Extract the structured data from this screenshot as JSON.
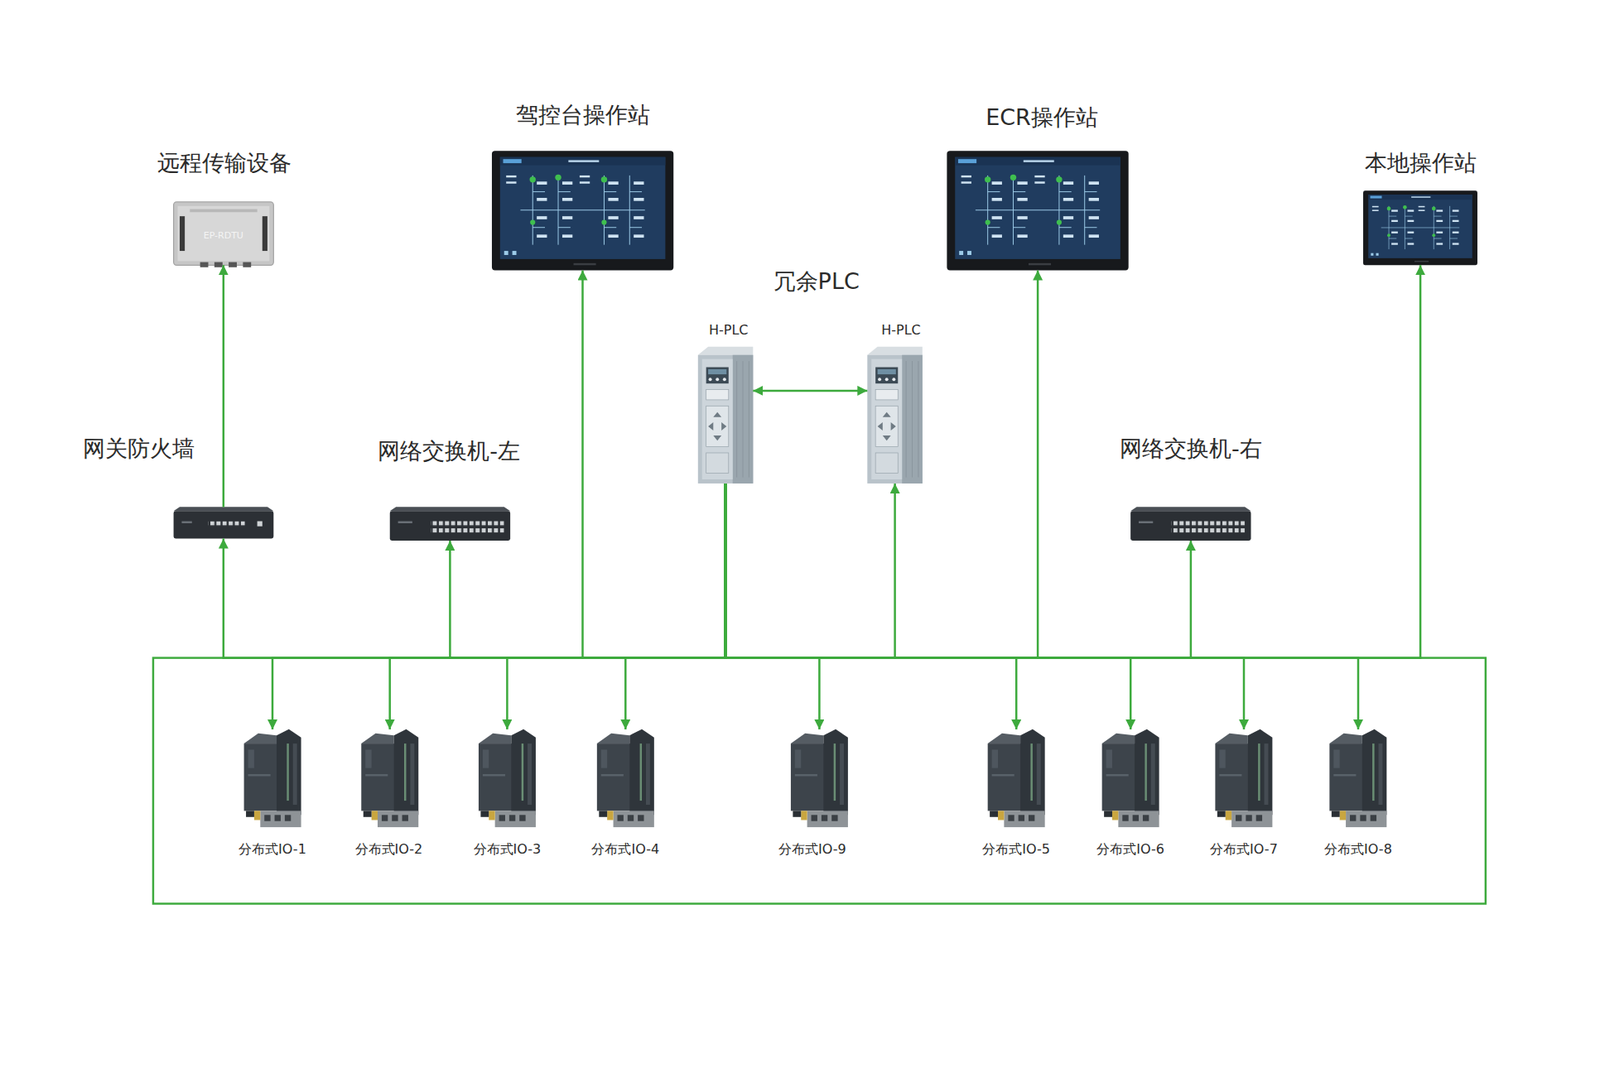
{
  "diagram": {
    "nodes": [
      {
        "text": [
          "远程传输设备",
          "EP-RDTU"
        ]
      },
      {
        "text": [
          "驾控台操作站"
        ]
      },
      {
        "text": [
          "ECR操作站"
        ]
      },
      {
        "text": [
          "本地操作站"
        ]
      },
      {
        "text": [
          "H-PLC"
        ]
      },
      {
        "text": [
          "H-PLC"
        ]
      },
      {
        "text": [
          "网关防火墙"
        ]
      },
      {
        "text": [
          "网络交换机-左"
        ]
      },
      {
        "text": [
          "网络交换机-右"
        ]
      },
      {
        "text": [
          "分布式IO-1"
        ]
      },
      {
        "text": [
          "分布式IO-2"
        ]
      },
      {
        "text": [
          "分布式IO-3"
        ]
      },
      {
        "text": [
          "分布式IO-4"
        ]
      },
      {
        "text": [
          "分布式IO-9"
        ]
      },
      {
        "text": [
          "分布式IO-5"
        ]
      },
      {
        "text": [
          "分布式IO-6"
        ]
      },
      {
        "text": [
          "分布式IO-7"
        ]
      },
      {
        "text": [
          "分布式IO-8"
        ]
      }
    ],
    "edges": [
      {
        "from": 6,
        "to": 0,
        "arrow": "to"
      },
      {
        "from": 4,
        "to": 5,
        "arrow": "both"
      },
      {
        "from": 4,
        "to": 6,
        "arrow": "to"
      },
      {
        "from": 4,
        "to": 7,
        "arrow": "to"
      },
      {
        "from": 4,
        "to": 1,
        "arrow": "to"
      },
      {
        "from": 4,
        "to": 5,
        "arrow": "to"
      },
      {
        "from": 4,
        "to": 2,
        "arrow": "to"
      },
      {
        "from": 4,
        "to": 8,
        "arrow": "to"
      },
      {
        "from": 4,
        "to": 3,
        "arrow": "to"
      },
      {
        "from": 4,
        "to": 9,
        "arrow": "to"
      },
      {
        "from": 4,
        "to": 10,
        "arrow": "to"
      },
      {
        "from": 4,
        "to": 11,
        "arrow": "to"
      },
      {
        "from": 4,
        "to": 12,
        "arrow": "to"
      },
      {
        "from": 4,
        "to": 13,
        "arrow": "to"
      },
      {
        "from": 4,
        "to": 14,
        "arrow": "to"
      },
      {
        "from": 4,
        "to": 15,
        "arrow": "to"
      },
      {
        "from": 4,
        "to": 16,
        "arrow": "to"
      },
      {
        "from": 4,
        "to": 17,
        "arrow": "to"
      }
    ],
    "labels": [
      "冗余PLC"
    ]
  }
}
